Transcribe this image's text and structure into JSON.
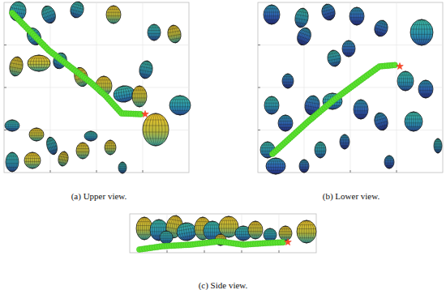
{
  "diagram": {
    "labels": [
      "(a) Upper view.",
      "(b) Lower view.",
      "(c) Side view."
    ]
  }
}
